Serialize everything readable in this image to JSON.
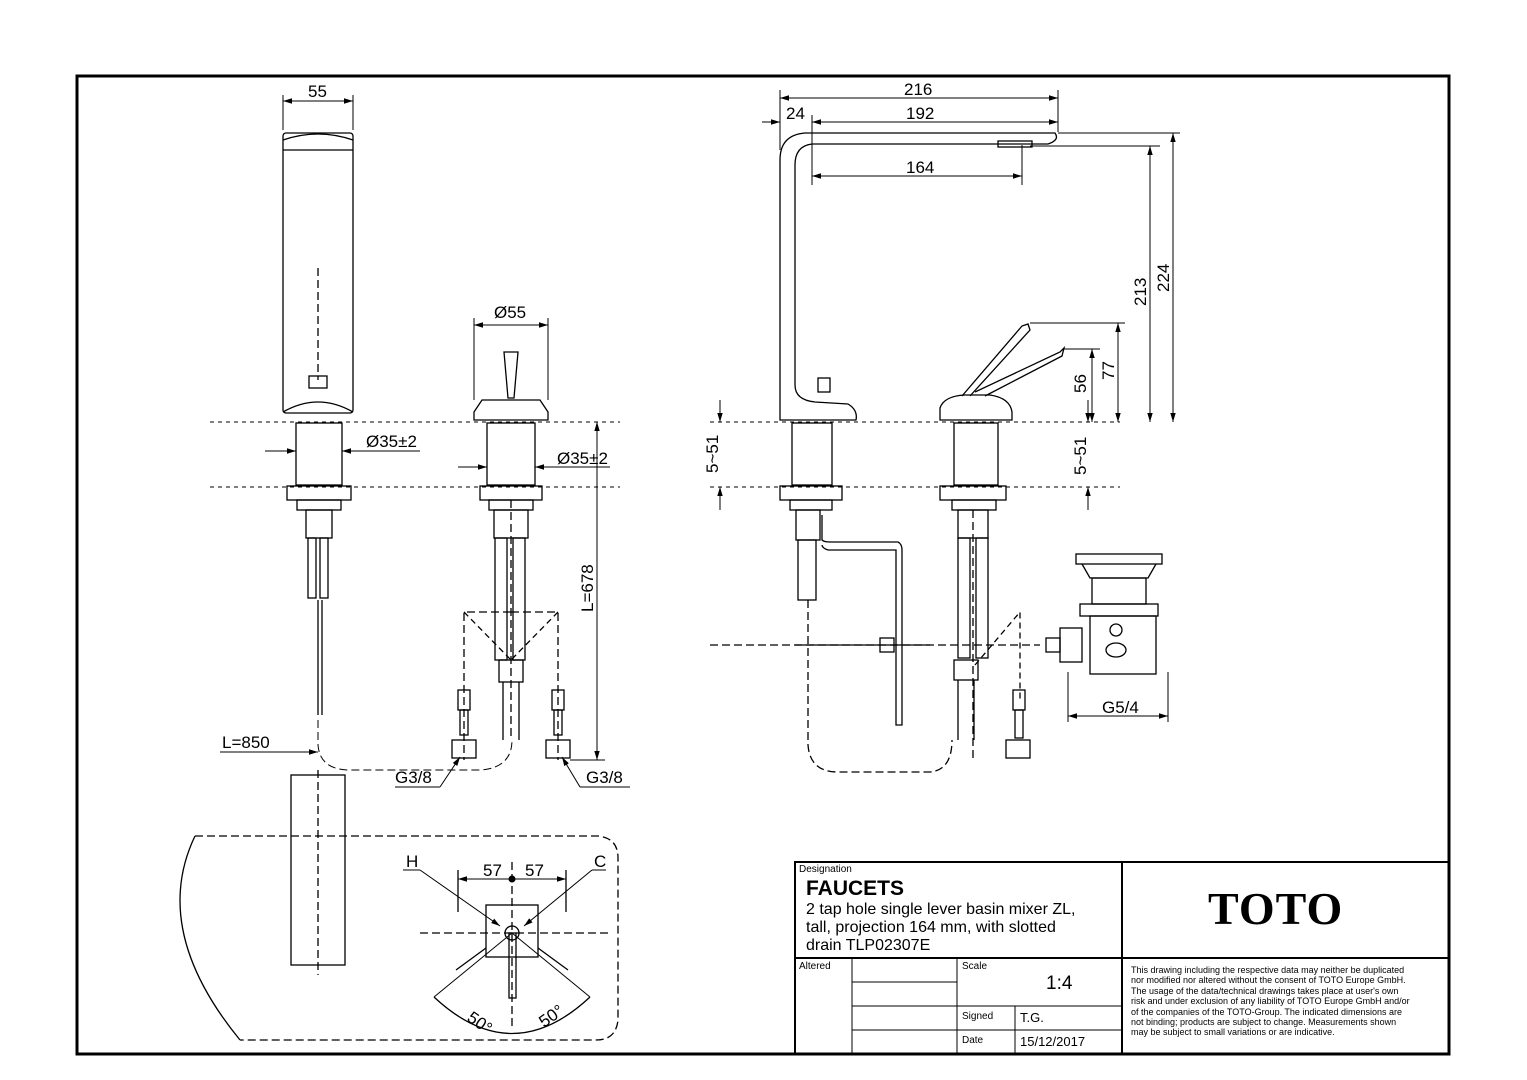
{
  "dimensions": {
    "width_55": "55",
    "dia_55": "Ø55",
    "dia_35_left": "Ø35±2",
    "dia_35_mid": "Ø35±2",
    "l_678": "L=678",
    "l_850": "L=850",
    "g38_left": "G3/8",
    "g38_right": "G3/8",
    "dim_216": "216",
    "dim_24": "24",
    "dim_192": "192",
    "dim_164": "164",
    "dim_213": "213",
    "dim_224": "224",
    "dim_56": "56",
    "dim_77": "77",
    "range_left": "5~51",
    "range_right": "5~51",
    "g54": "G5/4",
    "plan_57_left": "57",
    "plan_57_right": "57",
    "plan_h": "H",
    "plan_c": "C",
    "angle_left": "50°",
    "angle_right": "50°"
  },
  "title_block": {
    "designation_label": "Designation",
    "product_category": "FAUCETS",
    "description_line1": "2 tap hole single lever basin mixer ZL,",
    "description_line2": "tall, projection 164 mm, with slotted",
    "description_line3": "drain  TLP02307E",
    "brand": "TOTO",
    "altered_label": "Altered",
    "scale_label": "Scale",
    "scale_value": "1:4",
    "signed_label": "Signed",
    "signed_value": "T.G.",
    "date_label": "Date",
    "date_value": "15/12/2017",
    "disclaimer_lines": [
      "This drawing including the respective data may neither be duplicated",
      "nor modified nor altered without the consent of TOTO Europe GmbH.",
      "The usage of the data/technical drawings takes place at user's own",
      "risk and under exclusion of any liability of TOTO Europe GmbH and/or",
      "of the companies of the TOTO-Group. The indicated dimensions are",
      "not binding; products are subject to change. Measurements shown",
      "may be subject to small variations or are indicative."
    ]
  }
}
